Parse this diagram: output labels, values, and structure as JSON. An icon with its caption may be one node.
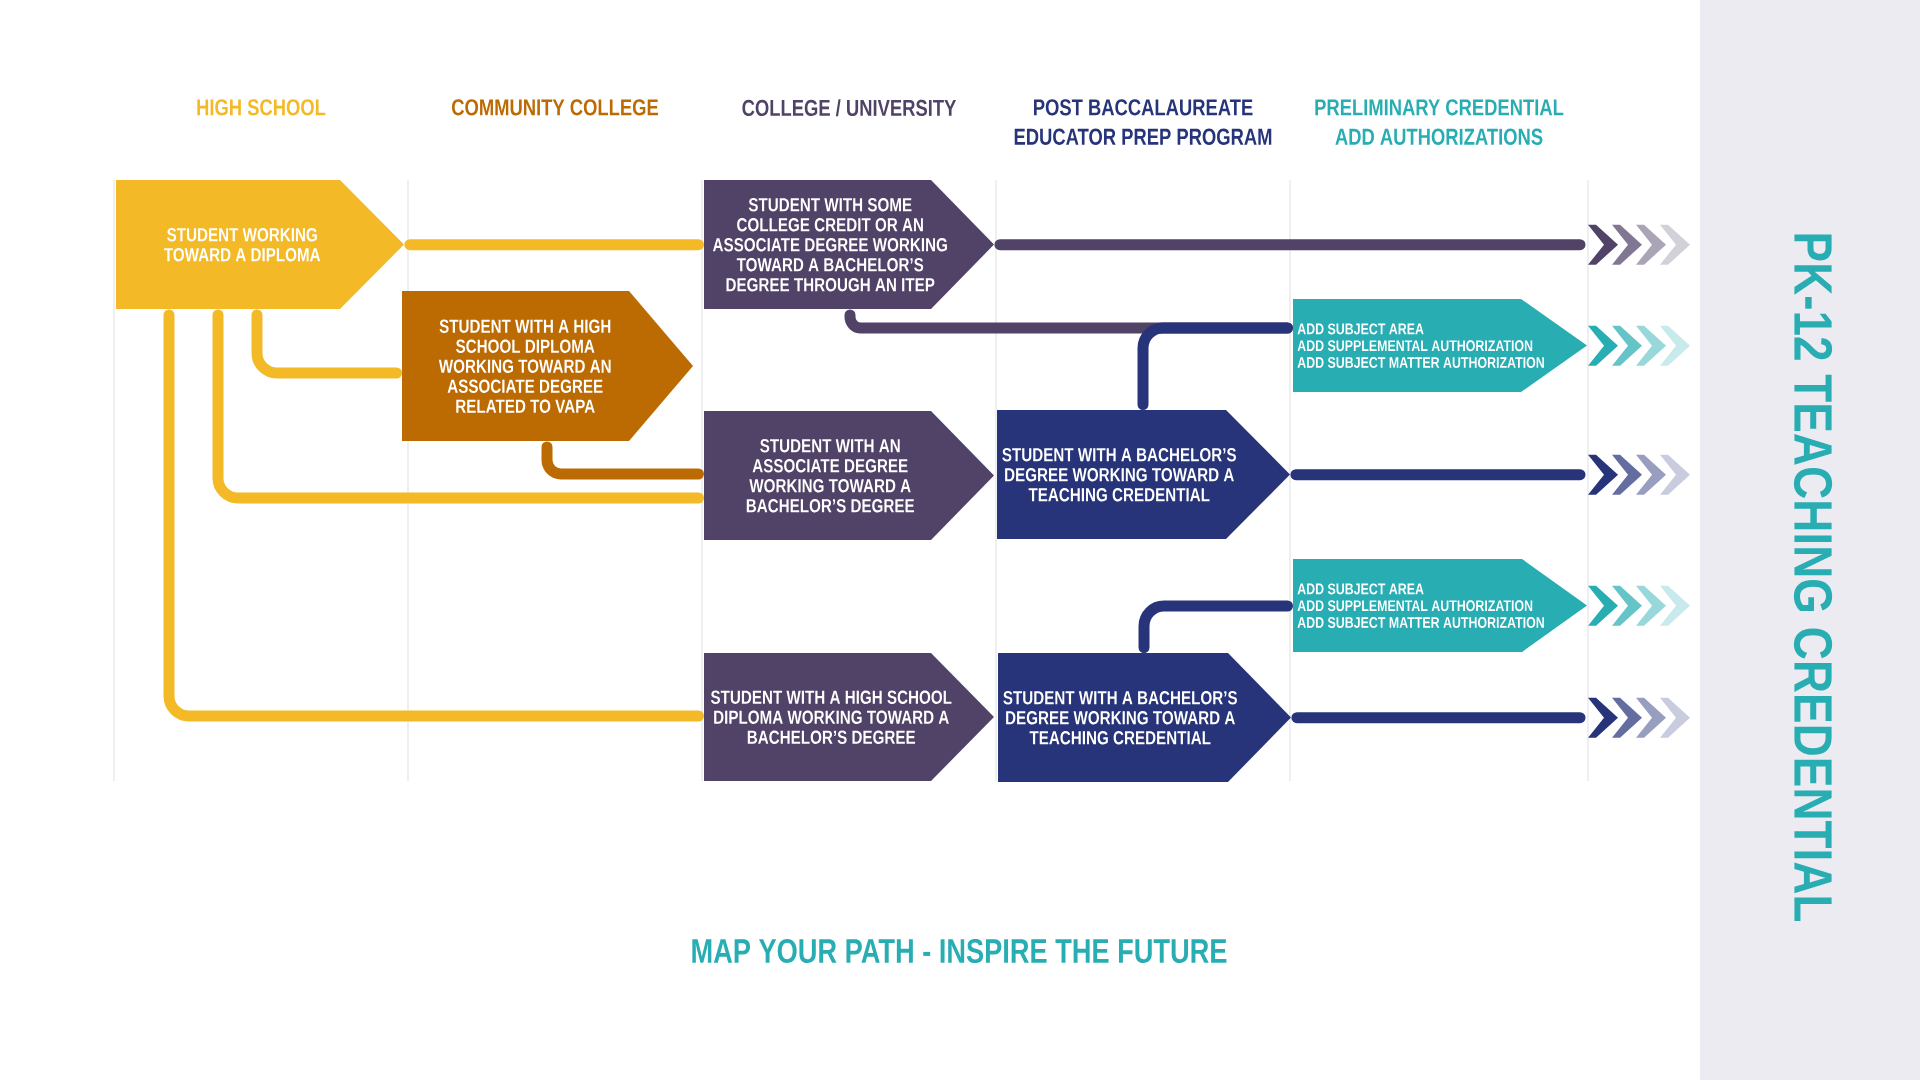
{
  "diagram": {
    "title": "PK-12 TEACHING CREDENTIAL",
    "caption": "MAP YOUR PATH - INSPIRE THE FUTURE",
    "nodes": [
      {
        "text": [
          "STUDENT WORKING TOWARD A DIPLOMA"
        ]
      },
      {
        "text": [
          "STUDENT WITH A HIGH SCHOOL DIPLOMA WORKING TOWARD AN ASSOCIATE DEGREE RELATED TO VAPA"
        ]
      },
      {
        "text": [
          "STUDENT WITH SOME COLLEGE CREDIT OR AN ASSOCIATE DEGREE WORKING TOWARD A BACHELOR’S DEGREE THROUGH AN ITEP"
        ]
      },
      {
        "text": [
          "STUDENT WITH AN ASSOCIATE DEGREE WORKING TOWARD A BACHELOR’S DEGREE"
        ]
      },
      {
        "text": [
          "STUDENT WITH A HIGH SCHOOL DIPLOMA WORKING TOWARD A BACHELOR’S DEGREE"
        ]
      },
      {
        "text": [
          "STUDENT WITH A BACHELOR’S DEGREE WORKING TOWARD A TEACHING CREDENTIAL"
        ]
      },
      {
        "text": [
          "STUDENT WITH A BACHELOR’S DEGREE WORKING TOWARD A TEACHING CREDENTIAL"
        ]
      },
      {
        "text": [
          "ADD SUBJECT AREA",
          "ADD SUPPLEMENTAL AUTHORIZATION",
          "ADD SUBJECT MATTER AUTHORIZATION"
        ]
      },
      {
        "text": [
          "ADD SUBJECT AREA",
          "ADD SUPPLEMENTAL AUTHORIZATION",
          "ADD SUBJECT MATTER AUTHORIZATION"
        ]
      }
    ],
    "edges": [
      {
        "from": 0,
        "to": 2,
        "arrow": "none",
        "color": "#f4b926"
      },
      {
        "from": 0,
        "to": 1,
        "arrow": "none",
        "color": "#f4b926"
      },
      {
        "from": 0,
        "to": 3,
        "arrow": "none",
        "color": "#f4b926"
      },
      {
        "from": 0,
        "to": 4,
        "arrow": "none",
        "color": "#f4b926"
      },
      {
        "from": 1,
        "to": 3,
        "arrow": "none",
        "color": "#bc6a02"
      },
      {
        "from": 2,
        "to": 7,
        "arrow": "none",
        "color": "#514267"
      },
      {
        "from": 2,
        "to": null,
        "arrow": "to",
        "color": "#514267"
      },
      {
        "from": 5,
        "to": 7,
        "arrow": "none",
        "color": "#273479"
      },
      {
        "from": 5,
        "to": null,
        "arrow": "to",
        "color": "#273479"
      },
      {
        "from": 6,
        "to": 8,
        "arrow": "none",
        "color": "#273479"
      },
      {
        "from": 6,
        "to": null,
        "arrow": "to",
        "color": "#273479"
      },
      {
        "from": 7,
        "to": null,
        "arrow": "to",
        "color": "#28adb3"
      },
      {
        "from": 8,
        "to": null,
        "arrow": "to",
        "color": "#28adb3"
      }
    ],
    "labels": [
      "HIGH SCHOOL",
      "COMMUNITY COLLEGE",
      "COLLEGE / UNIVERSITY",
      "POST BACCALAUREATE EDUCATOR PREP PROGRAM",
      "PRELIMINARY CREDENTIAL ADD AUTHORIZATIONS"
    ]
  }
}
